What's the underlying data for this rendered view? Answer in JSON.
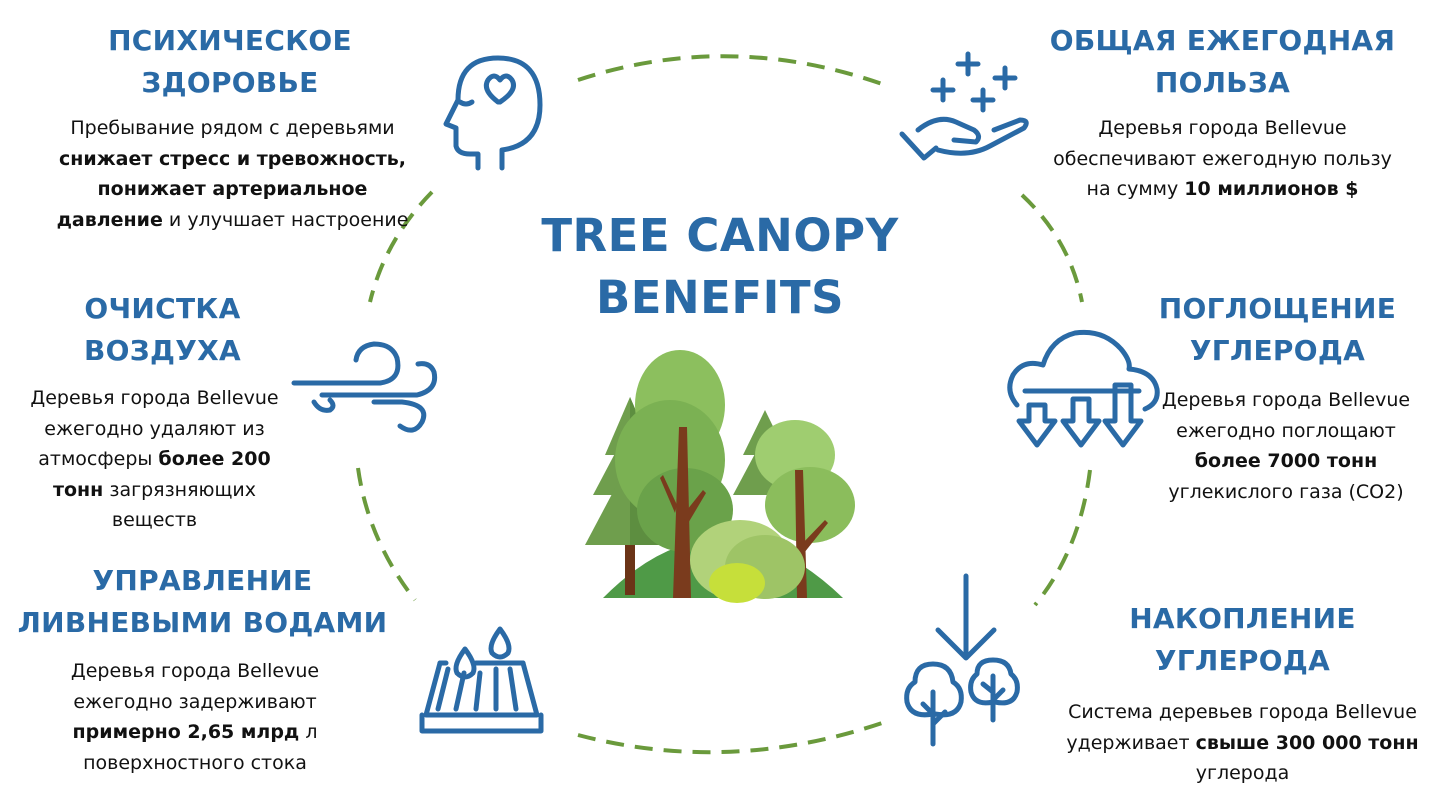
{
  "title": {
    "line1": "TREE CANOPY",
    "line2": "BENEFITS"
  },
  "colors": {
    "heading": "#2a6aa6",
    "body_text": "#111111",
    "dashed_ring": "#6a9a3c",
    "icon_stroke": "#2a6aa6"
  },
  "sections": {
    "mental_health": {
      "heading_line1": "ПСИХИЧЕСКОЕ",
      "heading_line2": "ЗДОРОВЬЕ",
      "text": {
        "p1": "Пребывание рядом с деревьями ",
        "b1": "снижает стресс и тревожность, понижает артериальное давление",
        "p2": " и улучшает настроение"
      },
      "icon": "head-heart-icon"
    },
    "air_cleaning": {
      "heading_line1": "ОЧИСТКА",
      "heading_line2": "ВОЗДУХА",
      "text": {
        "p1": "Деревья города Bellevue ежегодно удаляют из атмосферы ",
        "b1": "более 200 тонн",
        "p2": " загрязняющих веществ"
      },
      "icon": "wind-icon"
    },
    "stormwater": {
      "heading_line1": "УПРАВЛЕНИЕ",
      "heading_line2": "ЛИВНЕВЫМИ ВОДАМИ",
      "text": {
        "p1": "Деревья города Bellevue ежегодно задерживают ",
        "b1": "примерно 2,65 млрд",
        "p2": " л поверхностного стока"
      },
      "icon": "storm-drain-icon"
    },
    "annual_benefit": {
      "heading_line1": "ОБЩАЯ ЕЖЕГОДНАЯ",
      "heading_line2": "ПОЛЬЗА",
      "text": {
        "p1": "Деревья города Bellevue обеспечивают ежегодную пользу на сумму ",
        "b1": "10 миллионов $",
        "p2": ""
      },
      "icon": "hand-plus-icon"
    },
    "carbon_absorption": {
      "heading_line1": "ПОГЛОЩЕНИЕ",
      "heading_line2": "УГЛЕРОДА",
      "text": {
        "p1": "Деревья города Bellevue ежегодно поглощают ",
        "b1": "более 7000 тонн",
        "p2": " углекислого газа (CO2)"
      },
      "icon": "cloud-down-arrows-icon"
    },
    "carbon_storage": {
      "heading_line1": "НАКОПЛЕНИЕ",
      "heading_line2": "УГЛЕРОДА",
      "text": {
        "p1": "Система деревьев города Bellevue удерживает ",
        "b1": "свыше 300 000 тонн",
        "p2": " углерода"
      },
      "icon": "trees-arrow-down-icon"
    }
  },
  "center_illustration": "forest-illustration"
}
